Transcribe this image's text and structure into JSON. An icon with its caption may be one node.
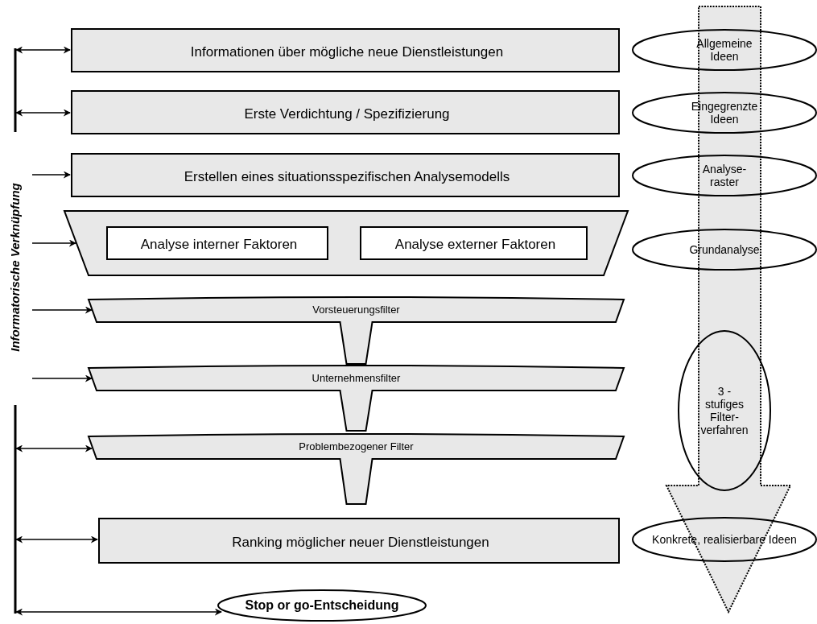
{
  "diagram": {
    "nodes": [
      {
        "text": [
          "Informatorische Verknüpfung"
        ]
      },
      {
        "text": [
          "Informationen über mögliche neue Dienstleistungen"
        ]
      },
      {
        "text": [
          "Erste Verdichtung / Spezifizierung"
        ]
      },
      {
        "text": [
          "Erstellen eines situationsspezifischen Analysemodells"
        ]
      },
      {
        "text": [],
        "shape": "trapezoid"
      },
      {
        "text": [
          "Analyse interner Faktoren"
        ],
        "in": 4
      },
      {
        "text": [
          "Analyse externer Faktoren"
        ],
        "in": 4
      },
      {
        "text": [
          "Vorsteuerungsfilter"
        ]
      },
      {
        "text": [
          "Unternehmensfilter"
        ]
      },
      {
        "text": [
          "Problembezogener Filter"
        ]
      },
      {
        "text": [
          "Ranking möglicher neuer Dienstleistungen"
        ]
      },
      {
        "text": [
          "Stop or go-Entscheidung"
        ]
      },
      {
        "text": [
          "Allgemeine Ideen"
        ]
      },
      {
        "text": [
          "Eingegrenzte Ideen"
        ]
      },
      {
        "text": [
          "Analyse- raster"
        ]
      },
      {
        "text": [
          "Grundanalyse"
        ]
      },
      {
        "text": [
          "3 - stufiges Filter- verfahren"
        ]
      },
      {
        "text": [
          "Konkrete, realisierbare Ideen"
        ]
      }
    ],
    "edges": [
      {
        "from": 0,
        "to": 1,
        "arrow": "both"
      },
      {
        "from": 0,
        "to": 2,
        "arrow": "both"
      },
      {
        "from": 0,
        "to": 3,
        "arrow": "to"
      },
      {
        "from": 0,
        "to": 4,
        "arrow": "to"
      },
      {
        "from": 0,
        "to": 7,
        "arrow": "to"
      },
      {
        "from": 0,
        "to": 8,
        "arrow": "to"
      },
      {
        "from": 0,
        "to": 9,
        "arrow": "both"
      },
      {
        "from": 0,
        "to": 10,
        "arrow": "both"
      },
      {
        "from": 0,
        "to": 11,
        "arrow": "both"
      }
    ]
  }
}
